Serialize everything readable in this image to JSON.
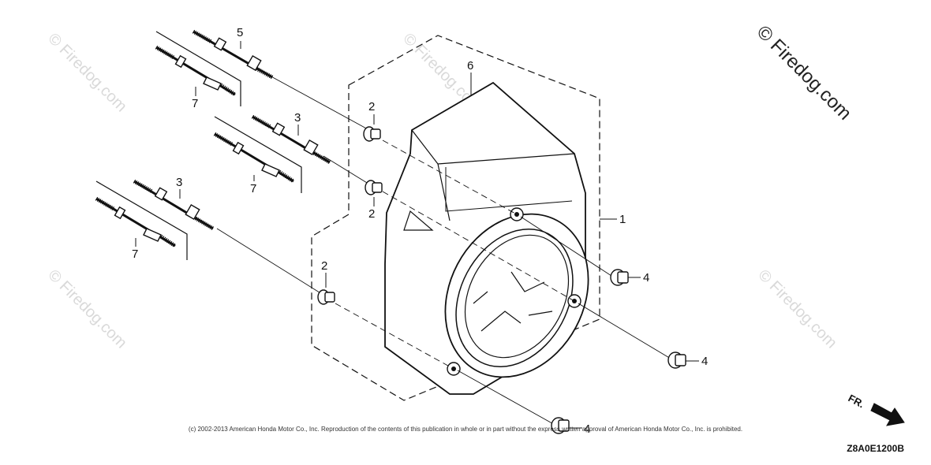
{
  "watermarks": {
    "brand": "© Firedog.com",
    "faint": "© Firedog.com"
  },
  "callouts": {
    "c1": "1",
    "c2a": "2",
    "c2b": "2",
    "c2c": "2",
    "c3a": "3",
    "c3b": "3",
    "c4a": "4",
    "c4b": "4",
    "c4c": "4",
    "c5": "5",
    "c6": "6",
    "c7a": "7",
    "c7b": "7",
    "c7c": "7"
  },
  "direction_label": "FR.",
  "copyright": "(c) 2002-2013 American Honda Motor Co., Inc. Reproduction of the contents of this publication in whole or in part without the express written approval of American Honda Motor Co., Inc. is prohibited.",
  "figure_code": "Z8A0E1200B"
}
